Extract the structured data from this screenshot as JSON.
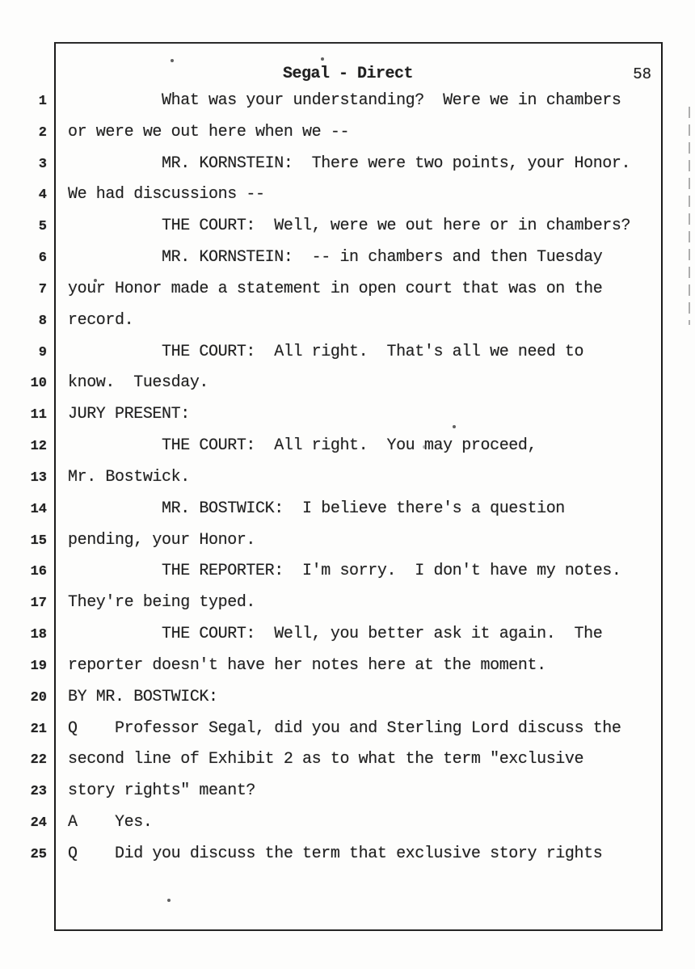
{
  "header": {
    "title": "Segal - Direct",
    "page_number": "58"
  },
  "lines": [
    {
      "num": "1",
      "text": "          What was your understanding?  Were we in chambers"
    },
    {
      "num": "2",
      "text": "or were we out here when we --"
    },
    {
      "num": "3",
      "text": "          MR. KORNSTEIN:  There were two points, your Honor."
    },
    {
      "num": "4",
      "text": "We had discussions --"
    },
    {
      "num": "5",
      "text": "          THE COURT:  Well, were we out here or in chambers?"
    },
    {
      "num": "6",
      "text": "          MR. KORNSTEIN:  -- in chambers and then Tuesday"
    },
    {
      "num": "7",
      "text": "your Honor made a statement in open court that was on the"
    },
    {
      "num": "8",
      "text": "record."
    },
    {
      "num": "9",
      "text": "          THE COURT:  All right.  That's all we need to"
    },
    {
      "num": "10",
      "text": "know.  Tuesday."
    },
    {
      "num": "11",
      "text": "JURY PRESENT:"
    },
    {
      "num": "12",
      "text": "          THE COURT:  All right.  You may proceed,"
    },
    {
      "num": "13",
      "text": "Mr. Bostwick."
    },
    {
      "num": "14",
      "text": "          MR. BOSTWICK:  I believe there's a question"
    },
    {
      "num": "15",
      "text": "pending, your Honor."
    },
    {
      "num": "16",
      "text": "          THE REPORTER:  I'm sorry.  I don't have my notes."
    },
    {
      "num": "17",
      "text": "They're being typed."
    },
    {
      "num": "18",
      "text": "          THE COURT:  Well, you better ask it again.  The"
    },
    {
      "num": "19",
      "text": "reporter doesn't have her notes here at the moment."
    },
    {
      "num": "20",
      "text": "BY MR. BOSTWICK:"
    },
    {
      "num": "21",
      "text": "Q    Professor Segal, did you and Sterling Lord discuss the"
    },
    {
      "num": "22",
      "text": "second line of Exhibit 2 as to what the term \"exclusive"
    },
    {
      "num": "23",
      "text": "story rights\" meant?"
    },
    {
      "num": "24",
      "text": "A    Yes."
    },
    {
      "num": "25",
      "text": "Q    Did you discuss the term that exclusive story rights"
    }
  ]
}
